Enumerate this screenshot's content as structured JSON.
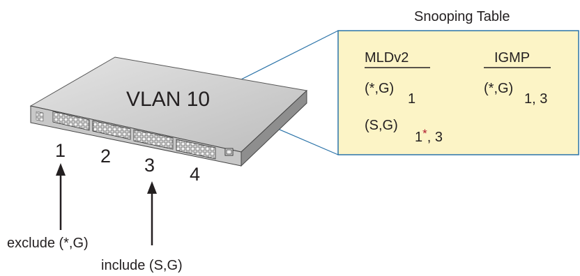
{
  "diagram": {
    "switch_label": "VLAN 10",
    "ports": [
      "1",
      "2",
      "3",
      "4"
    ],
    "port1_caption": "exclude (*,G)",
    "port3_caption": "include (S,G)",
    "table": {
      "title": "Snooping Table",
      "col1_header": "MLDv2",
      "col2_header": "IGMP",
      "rows": [
        {
          "mld_entry": "(*,G)",
          "mld_ports": "1",
          "igmp_entry": "(*,G)",
          "igmp_ports": "1, 3"
        },
        {
          "mld_entry": "(S,G)",
          "mld_ports_a": "1",
          "mld_mark": "*",
          "mld_ports_b": ", 3"
        }
      ]
    },
    "colors": {
      "table_fill": "#fcf4c6",
      "table_border": "#2a73a8",
      "switch_top": "#cfcfcf"
    }
  }
}
